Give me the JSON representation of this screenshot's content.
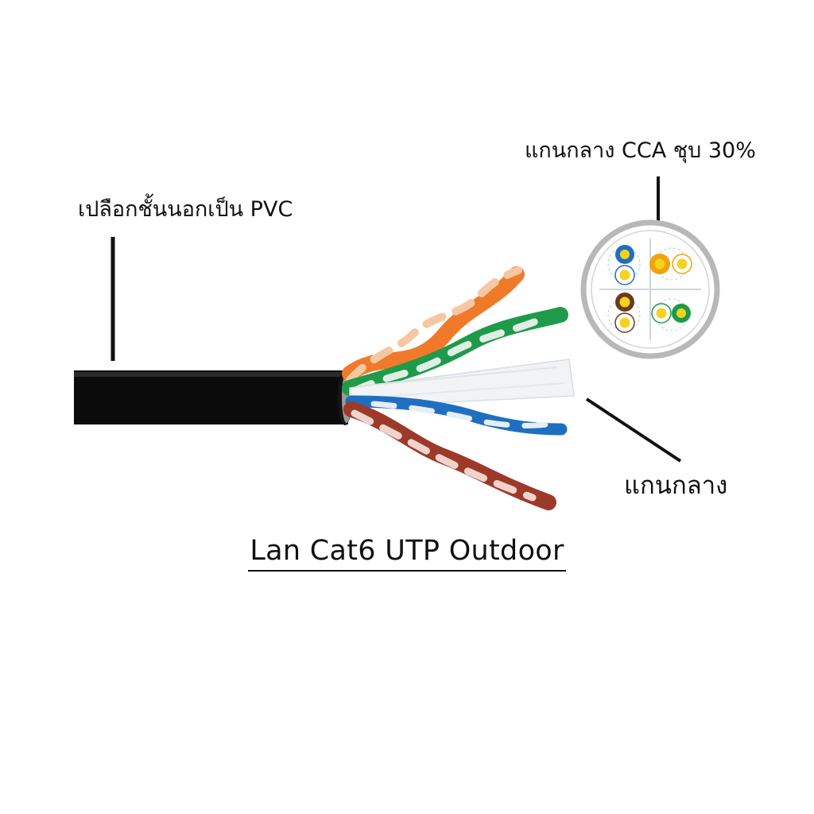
{
  "labels": {
    "jacket": "เปลือกชั้นนอกเป็น PVC",
    "core_cca": "แกนกลาง CCA  ชุบ 30%",
    "core": "แกนกลาง",
    "title": "Lan Cat6  UTP Outdoor"
  },
  "colors": {
    "jacket": "#0b0b0b",
    "shield": "#9a9a9a",
    "orange_pair": "#f07a2a",
    "green_pair": "#1f9a4a",
    "blue_pair": "#1e6fc0",
    "brown_pair": "#9c3a2a",
    "separator": "#f2f3f5",
    "conductor": "#f5d21e",
    "copper_core": "#f2a20c",
    "cross_section_ring": "#b8b8b8"
  },
  "cross_section": {
    "pairs": [
      "blue",
      "orange",
      "brown",
      "green"
    ]
  }
}
